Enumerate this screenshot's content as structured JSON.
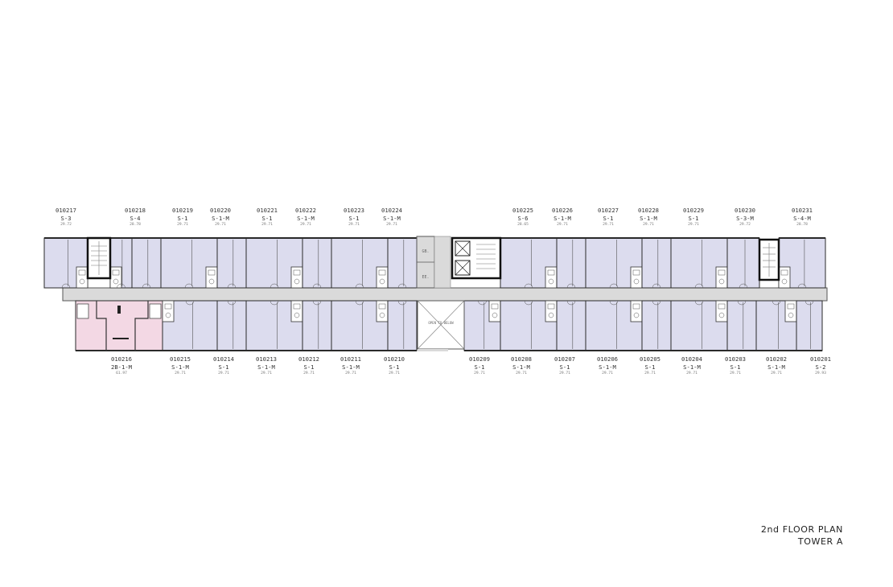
{
  "title": {
    "line1": "2nd FLOOR PLAN",
    "line2": "TOWER A"
  },
  "colors": {
    "unit_fill": "#dcdcee",
    "highlight_fill": "#f3d8e4",
    "corridor": "#dadada",
    "wall": "#2a2a2a"
  },
  "core_labels": {
    "garbage": "GB.",
    "electrical": "EE.",
    "void": "OPEN TO BELOW"
  },
  "units_top": [
    {
      "code": "010217",
      "type": "S-3",
      "area": "29.72"
    },
    {
      "code": "010218",
      "type": "S-4",
      "area": "28.78"
    },
    {
      "code": "010219",
      "type": "S-1",
      "area": "29.71"
    },
    {
      "code": "010220",
      "type": "S-1-M",
      "area": "29.71"
    },
    {
      "code": "010221",
      "type": "S-1",
      "area": "29.71"
    },
    {
      "code": "010222",
      "type": "S-1-M",
      "area": "29.71"
    },
    {
      "code": "010223",
      "type": "S-1",
      "area": "29.71"
    },
    {
      "code": "010224",
      "type": "S-1-M",
      "area": "29.71"
    },
    {
      "code": "010225",
      "type": "S-6",
      "area": "28.65"
    },
    {
      "code": "010226",
      "type": "S-1-M",
      "area": "29.71"
    },
    {
      "code": "010227",
      "type": "S-1",
      "area": "29.71"
    },
    {
      "code": "010228",
      "type": "S-1-M",
      "area": "29.71"
    },
    {
      "code": "010229",
      "type": "S-1",
      "area": "29.71"
    },
    {
      "code": "010230",
      "type": "S-3-M",
      "area": "29.72"
    },
    {
      "code": "010231",
      "type": "S-4-M",
      "area": "28.78"
    }
  ],
  "units_bottom": [
    {
      "code": "010216",
      "type": "2B-1-M",
      "area": "61.97"
    },
    {
      "code": "010215",
      "type": "S-1-M",
      "area": "29.71"
    },
    {
      "code": "010214",
      "type": "S-1",
      "area": "29.71"
    },
    {
      "code": "010213",
      "type": "S-1-M",
      "area": "29.71"
    },
    {
      "code": "010212",
      "type": "S-1",
      "area": "29.71"
    },
    {
      "code": "010211",
      "type": "S-1-M",
      "area": "29.71"
    },
    {
      "code": "010210",
      "type": "S-1",
      "area": "29.71"
    },
    {
      "code": "010209",
      "type": "S-1",
      "area": "29.71"
    },
    {
      "code": "010208",
      "type": "S-1-M",
      "area": "29.71"
    },
    {
      "code": "010207",
      "type": "S-1",
      "area": "29.71"
    },
    {
      "code": "010206",
      "type": "S-1-M",
      "area": "29.71"
    },
    {
      "code": "010205",
      "type": "S-1",
      "area": "29.71"
    },
    {
      "code": "010204",
      "type": "S-1-M",
      "area": "29.71"
    },
    {
      "code": "010203",
      "type": "S-1",
      "area": "29.71"
    },
    {
      "code": "010202",
      "type": "S-1-M",
      "area": "29.71"
    },
    {
      "code": "010201",
      "type": "S-2",
      "area": "29.93"
    }
  ]
}
